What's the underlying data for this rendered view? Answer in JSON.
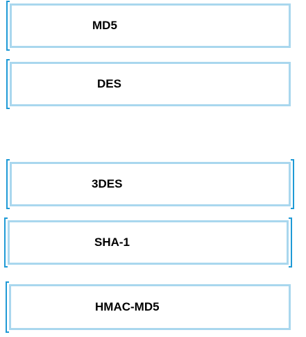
{
  "options": [
    {
      "id": "md5",
      "label": "MD5"
    },
    {
      "id": "des",
      "label": "DES"
    },
    {
      "id": "3des",
      "label": "3DES"
    },
    {
      "id": "sha1",
      "label": "SHA-1"
    },
    {
      "id": "hmac-md5",
      "label": "HMAC-MD5"
    }
  ],
  "colors": {
    "box_border": "#a9d7ee",
    "bracket": "#1f9ad6",
    "text": "#000000"
  }
}
